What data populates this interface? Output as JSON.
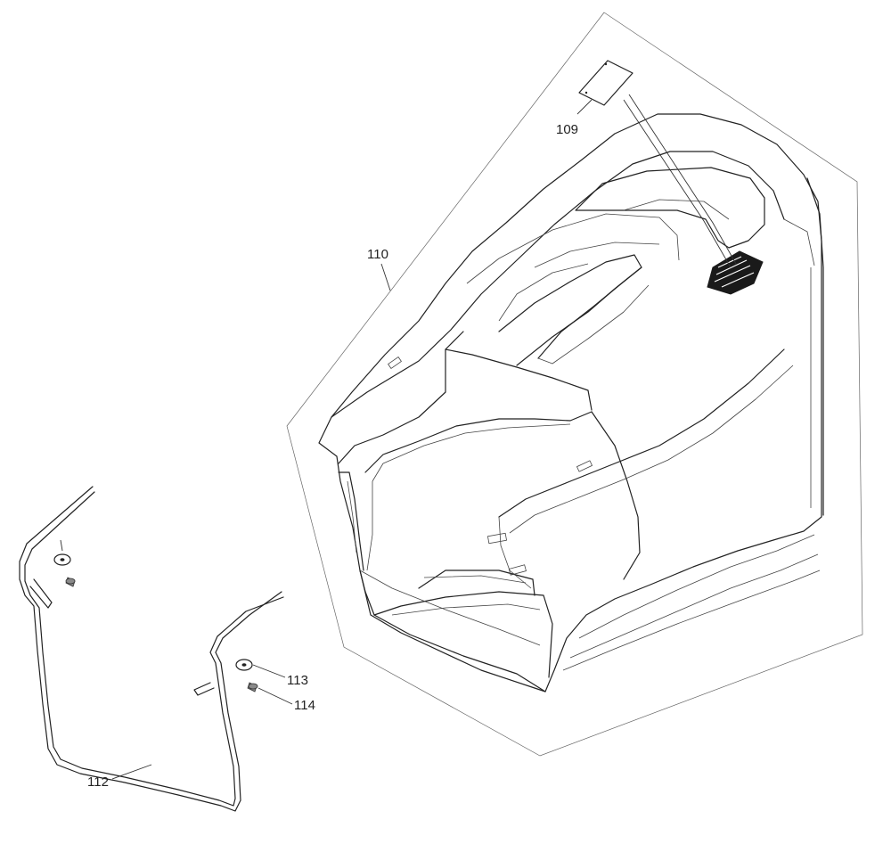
{
  "callouts": {
    "p109": "109",
    "p110": "110",
    "p112": "112",
    "p113": "113",
    "p114": "114"
  },
  "colors": {
    "line": "#222222",
    "background": "#ffffff",
    "fill_dark": "#1a1a1a"
  }
}
